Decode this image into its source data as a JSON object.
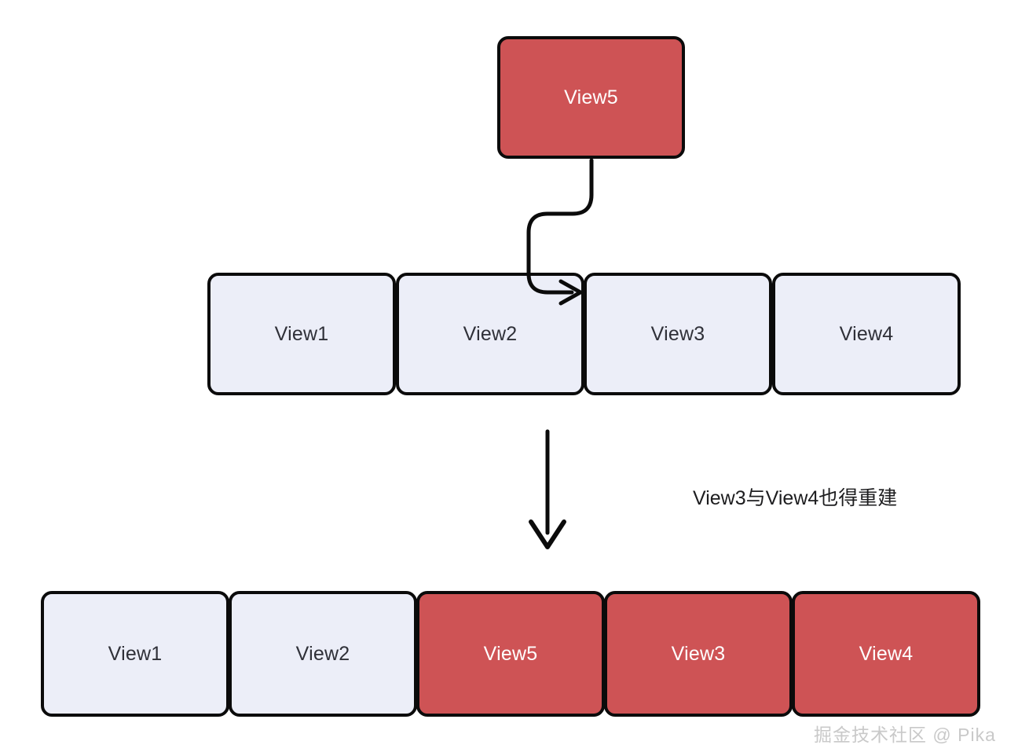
{
  "diagram": {
    "title": "View recycling / rebuild diagram",
    "colors": {
      "red_fill": "#ce5355",
      "red_text": "#ffffff",
      "light_fill": "#eceef8",
      "light_text": "#2f3038",
      "stroke": "#0b0b0b",
      "background": "#ffffff",
      "watermark_text": "#c9c9c9"
    },
    "source_node": {
      "label": "View5",
      "state": "new",
      "fill": "red"
    },
    "before_row": {
      "label": "before-row",
      "boxes": [
        {
          "label": "View1",
          "fill": "light"
        },
        {
          "label": "View2",
          "fill": "light"
        },
        {
          "label": "View3",
          "fill": "light"
        },
        {
          "label": "View4",
          "fill": "light"
        }
      ]
    },
    "after_row": {
      "label": "after-row",
      "boxes": [
        {
          "label": "View1",
          "fill": "light"
        },
        {
          "label": "View2",
          "fill": "light"
        },
        {
          "label": "View5",
          "fill": "red"
        },
        {
          "label": "View3",
          "fill": "red"
        },
        {
          "label": "View4",
          "fill": "red"
        }
      ]
    },
    "annotations": [
      {
        "name": "rebuild-note",
        "text": "View3与View4也得重建"
      }
    ],
    "connectors": [
      {
        "name": "insert-connector",
        "kind": "curved-arrow",
        "from": "View5",
        "to": "between-View2-and-View3"
      },
      {
        "name": "transform-connector",
        "kind": "straight-arrow-down",
        "from": "before-row",
        "to": "after-row"
      }
    ],
    "watermark": "掘金技术社区 @ Pika"
  }
}
